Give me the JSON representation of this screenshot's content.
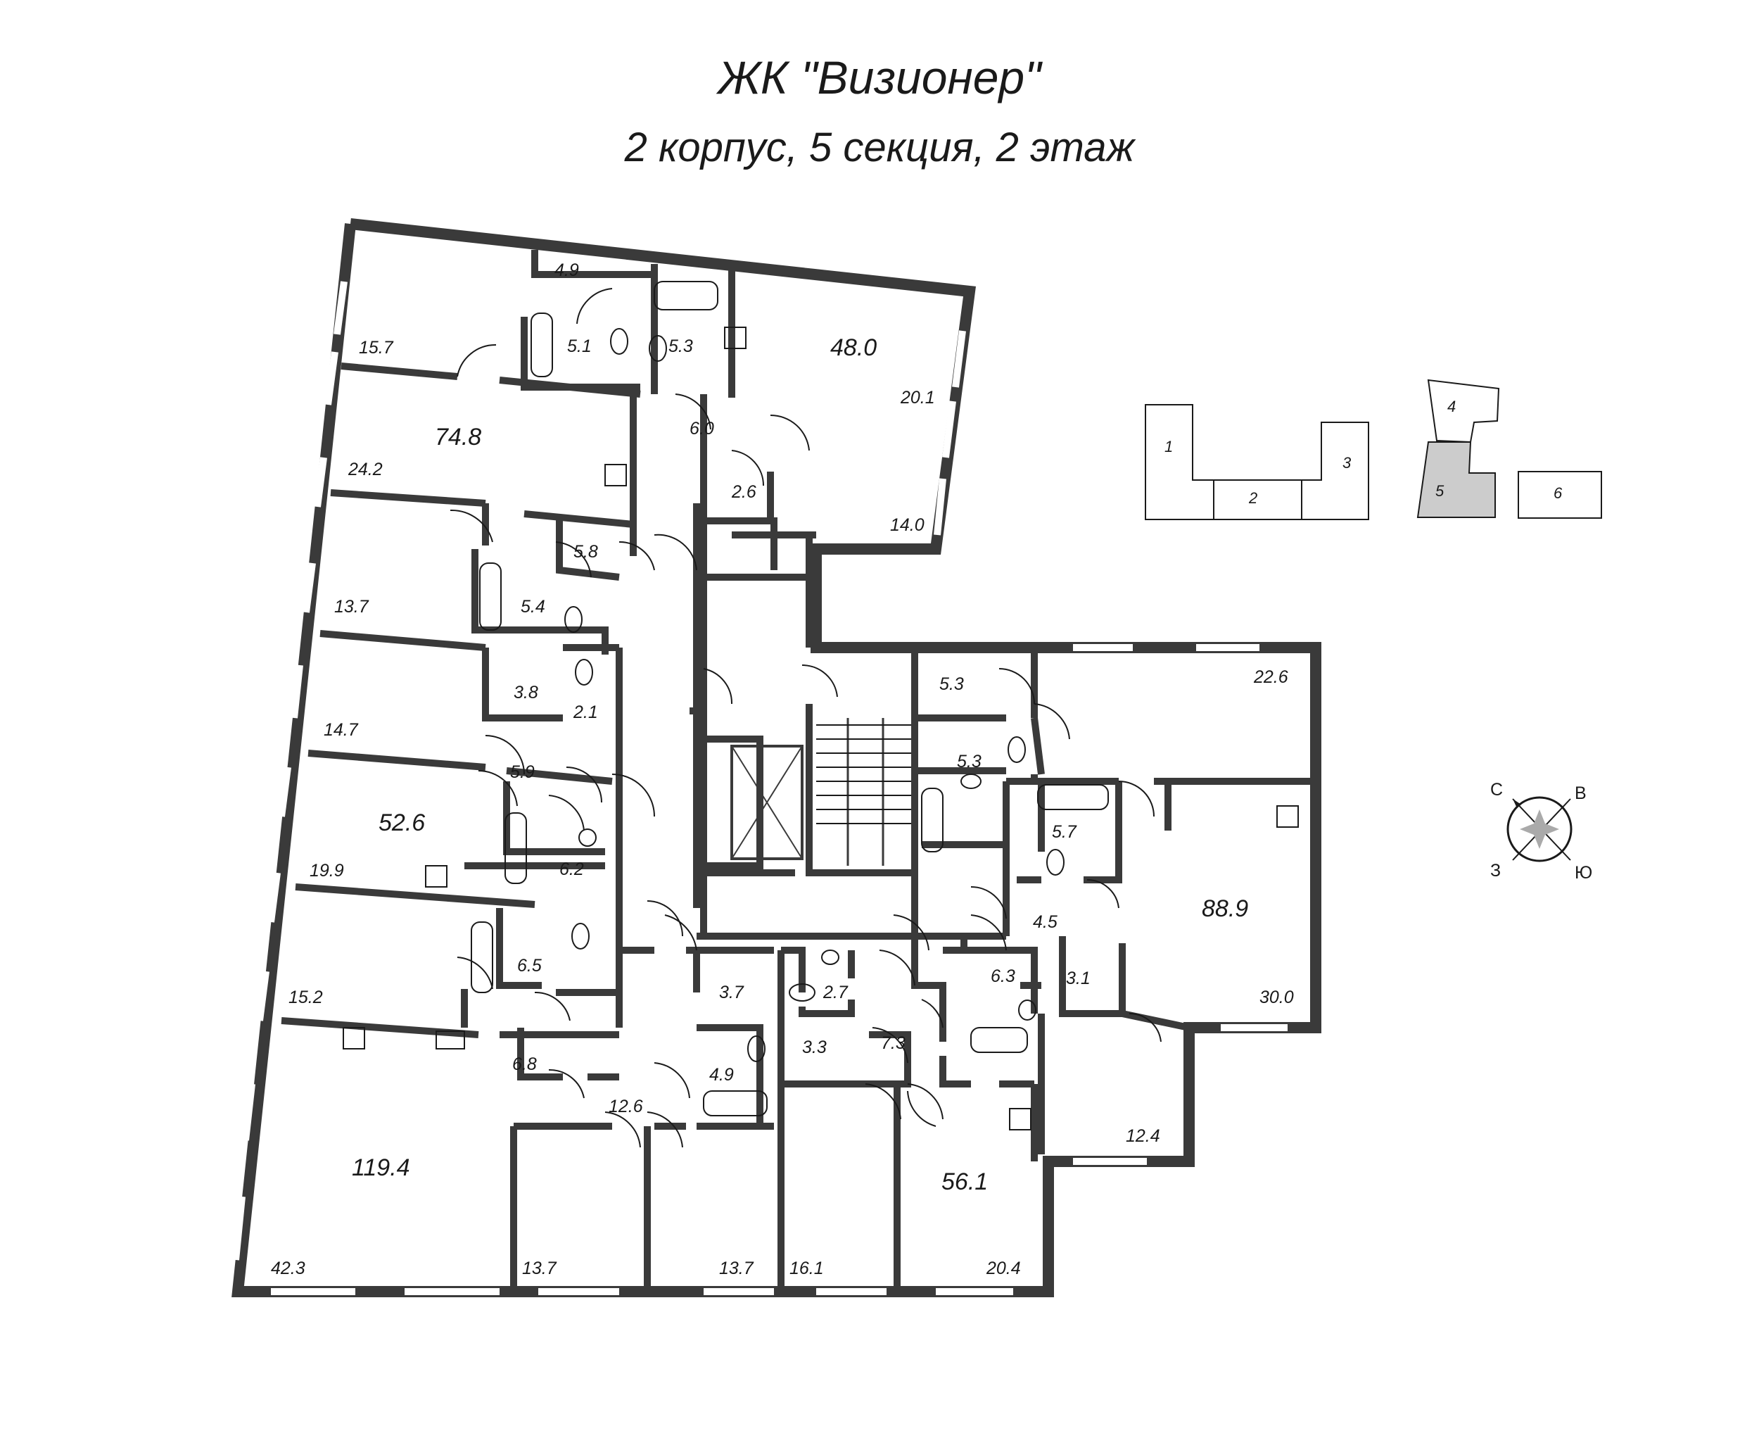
{
  "title": "ЖК \"Визионер\"",
  "subtitle": "2 корпус, 5 секция, 2 этаж",
  "apartments": [
    {
      "id": "apt-48",
      "total": "48.0",
      "rooms": [
        "5.3",
        "6.0",
        "2.6",
        "20.1",
        "14.0"
      ]
    },
    {
      "id": "apt-74",
      "total": "74.8",
      "rooms": [
        "15.7",
        "4.9",
        "5.1",
        "24.2",
        "13.7",
        "5.8",
        "5.4"
      ]
    },
    {
      "id": "apt-52",
      "total": "52.6",
      "rooms": [
        "3.8",
        "2.1",
        "14.7",
        "5.9",
        "19.9",
        "6.2"
      ]
    },
    {
      "id": "apt-119",
      "total": "119.4",
      "rooms": [
        "15.2",
        "6.5",
        "6.8",
        "42.3",
        "12.6",
        "3.7",
        "4.9",
        "13.7",
        "13.7"
      ]
    },
    {
      "id": "apt-56",
      "total": "56.1",
      "rooms": [
        "2.7",
        "3.3",
        "7.3",
        "6.3",
        "16.1",
        "20.4"
      ]
    },
    {
      "id": "apt-88",
      "total": "88.9",
      "rooms": [
        "5.3",
        "5.3",
        "22.6",
        "5.7",
        "4.5",
        "3.1",
        "30.0",
        "12.4"
      ]
    }
  ],
  "key_plan": {
    "sections": [
      "1",
      "2",
      "3",
      "4",
      "5",
      "6"
    ],
    "active_section": "5",
    "active_color": "#cccccc"
  },
  "compass": {
    "n": "С",
    "e": "В",
    "s": "Ю",
    "w": "З"
  },
  "colors": {
    "wall": "#3a3a3a",
    "window": "#ffffff",
    "line": "#1a1a1a"
  }
}
